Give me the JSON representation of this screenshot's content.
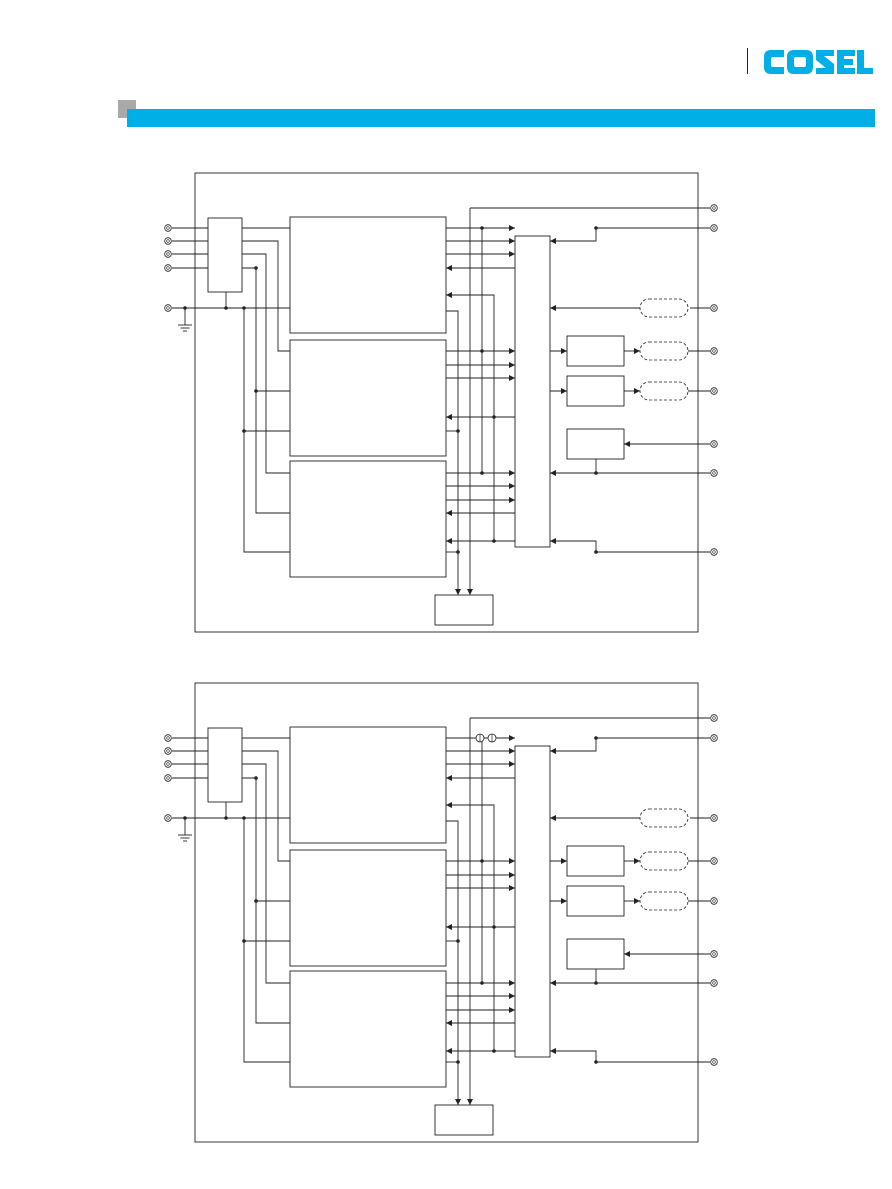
{
  "brand": {
    "logo_text": "COSEL",
    "logo_color": "#00aee8",
    "header_bar_color": "#00aee8",
    "header_square_color": "#a9a9a9"
  },
  "diagrams": [
    {
      "id": "top",
      "variant": "standard"
    },
    {
      "id": "bottom",
      "variant": "with-output-markers"
    }
  ],
  "icons": {
    "terminal": "terminal-circle-icon",
    "ground": "ground-icon",
    "photocoupler": "photocoupler-icon"
  }
}
